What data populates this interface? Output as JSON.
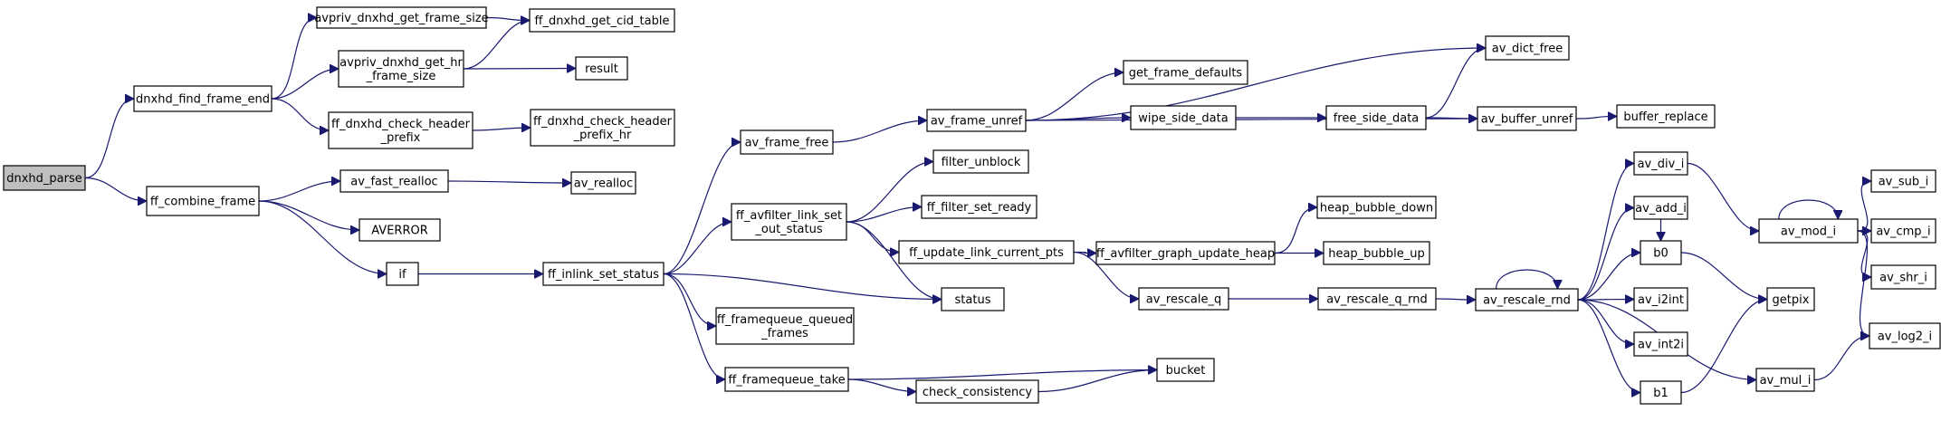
{
  "nodes": [
    {
      "id": "n1",
      "lines": [
        "dnxhd_parse"
      ],
      "root": true
    },
    {
      "id": "n2",
      "lines": [
        "dnxhd_find_frame_end"
      ]
    },
    {
      "id": "n3",
      "lines": [
        "ff_combine_frame"
      ]
    },
    {
      "id": "n4",
      "lines": [
        "avpriv_dnxhd_get_frame_size"
      ]
    },
    {
      "id": "n5",
      "lines": [
        "avpriv_dnxhd_get_hr",
        "_frame_size"
      ]
    },
    {
      "id": "n6",
      "lines": [
        "ff_dnxhd_check_header",
        "_prefix"
      ]
    },
    {
      "id": "n7",
      "lines": [
        "ff_dnxhd_get_cid_table"
      ]
    },
    {
      "id": "n8",
      "lines": [
        "result"
      ]
    },
    {
      "id": "n9",
      "lines": [
        "ff_dnxhd_check_header",
        "_prefix_hr"
      ]
    },
    {
      "id": "n10",
      "lines": [
        "av_fast_realloc"
      ]
    },
    {
      "id": "n11",
      "lines": [
        "AVERROR"
      ]
    },
    {
      "id": "n12",
      "lines": [
        "if"
      ]
    },
    {
      "id": "n13",
      "lines": [
        "av_realloc"
      ]
    },
    {
      "id": "n14",
      "lines": [
        "ff_inlink_set_status"
      ]
    },
    {
      "id": "n15",
      "lines": [
        "av_frame_free"
      ]
    },
    {
      "id": "n16",
      "lines": [
        "ff_avfilter_link_set",
        "_out_status"
      ]
    },
    {
      "id": "n17",
      "lines": [
        "status"
      ]
    },
    {
      "id": "n18",
      "lines": [
        "ff_framequeue_queued",
        "_frames"
      ]
    },
    {
      "id": "n19",
      "lines": [
        "ff_framequeue_take"
      ]
    },
    {
      "id": "n20",
      "lines": [
        "av_frame_unref"
      ]
    },
    {
      "id": "n21",
      "lines": [
        "filter_unblock"
      ]
    },
    {
      "id": "n22",
      "lines": [
        "ff_filter_set_ready"
      ]
    },
    {
      "id": "n23",
      "lines": [
        "ff_update_link_current_pts"
      ]
    },
    {
      "id": "n24",
      "lines": [
        "bucket"
      ]
    },
    {
      "id": "n25",
      "lines": [
        "check_consistency"
      ]
    },
    {
      "id": "n26",
      "lines": [
        "get_frame_defaults"
      ]
    },
    {
      "id": "n27",
      "lines": [
        "wipe_side_data"
      ]
    },
    {
      "id": "n28",
      "lines": [
        "ff_avfilter_graph_update_heap"
      ]
    },
    {
      "id": "n29",
      "lines": [
        "av_rescale_q"
      ]
    },
    {
      "id": "n30",
      "lines": [
        "av_dict_free"
      ]
    },
    {
      "id": "n31",
      "lines": [
        "free_side_data"
      ]
    },
    {
      "id": "n32",
      "lines": [
        "av_buffer_unref"
      ]
    },
    {
      "id": "n33",
      "lines": [
        "heap_bubble_down"
      ]
    },
    {
      "id": "n34",
      "lines": [
        "heap_bubble_up"
      ]
    },
    {
      "id": "n35",
      "lines": [
        "av_rescale_q_rnd"
      ]
    },
    {
      "id": "n36",
      "lines": [
        "buffer_replace"
      ]
    },
    {
      "id": "n37",
      "lines": [
        "av_rescale_rnd"
      ]
    },
    {
      "id": "n38",
      "lines": [
        "av_div_i"
      ]
    },
    {
      "id": "n39",
      "lines": [
        "av_add_i"
      ]
    },
    {
      "id": "n40",
      "lines": [
        "b0"
      ]
    },
    {
      "id": "n41",
      "lines": [
        "av_i2int"
      ]
    },
    {
      "id": "n42",
      "lines": [
        "av_int2i"
      ]
    },
    {
      "id": "n43",
      "lines": [
        "b1"
      ]
    },
    {
      "id": "n44",
      "lines": [
        "av_mul_i"
      ]
    },
    {
      "id": "n45",
      "lines": [
        "av_mod_i"
      ]
    },
    {
      "id": "n46",
      "lines": [
        "getpix"
      ]
    },
    {
      "id": "n47",
      "lines": [
        "av_log2_i"
      ]
    },
    {
      "id": "n48",
      "lines": [
        "av_sub_i"
      ]
    },
    {
      "id": "n49",
      "lines": [
        "av_cmp_i"
      ]
    },
    {
      "id": "n50",
      "lines": [
        "av_shr_i"
      ]
    }
  ],
  "edges": [
    [
      "n1",
      "n2"
    ],
    [
      "n1",
      "n3"
    ],
    [
      "n2",
      "n4"
    ],
    [
      "n2",
      "n5"
    ],
    [
      "n2",
      "n6"
    ],
    [
      "n4",
      "n7"
    ],
    [
      "n5",
      "n7"
    ],
    [
      "n5",
      "n8"
    ],
    [
      "n6",
      "n9"
    ],
    [
      "n3",
      "n10"
    ],
    [
      "n3",
      "n11"
    ],
    [
      "n3",
      "n12"
    ],
    [
      "n10",
      "n13"
    ],
    [
      "n12",
      "n14"
    ],
    [
      "n14",
      "n15"
    ],
    [
      "n14",
      "n16"
    ],
    [
      "n14",
      "n17"
    ],
    [
      "n14",
      "n18"
    ],
    [
      "n14",
      "n19"
    ],
    [
      "n15",
      "n20"
    ],
    [
      "n16",
      "n21"
    ],
    [
      "n16",
      "n22"
    ],
    [
      "n16",
      "n23"
    ],
    [
      "n16",
      "n17"
    ],
    [
      "n19",
      "n24"
    ],
    [
      "n19",
      "n25"
    ],
    [
      "n25",
      "n24"
    ],
    [
      "n20",
      "n30"
    ],
    [
      "n20",
      "n26"
    ],
    [
      "n20",
      "n27"
    ],
    [
      "n20",
      "n32"
    ],
    [
      "n27",
      "n31"
    ],
    [
      "n31",
      "n30"
    ],
    [
      "n31",
      "n32"
    ],
    [
      "n32",
      "n36"
    ],
    [
      "n23",
      "n28"
    ],
    [
      "n23",
      "n29"
    ],
    [
      "n28",
      "n33"
    ],
    [
      "n28",
      "n34"
    ],
    [
      "n29",
      "n35"
    ],
    [
      "n35",
      "n37"
    ],
    [
      "n37",
      "n37"
    ],
    [
      "n37",
      "n38"
    ],
    [
      "n37",
      "n39"
    ],
    [
      "n37",
      "n40"
    ],
    [
      "n37",
      "n41"
    ],
    [
      "n37",
      "n42"
    ],
    [
      "n37",
      "n43"
    ],
    [
      "n37",
      "n44"
    ],
    [
      "n38",
      "n45"
    ],
    [
      "n39",
      "n40"
    ],
    [
      "n45",
      "n45"
    ],
    [
      "n45",
      "n48"
    ],
    [
      "n45",
      "n49"
    ],
    [
      "n45",
      "n50"
    ],
    [
      "n45",
      "n47"
    ],
    [
      "n40",
      "n46"
    ],
    [
      "n43",
      "n46"
    ],
    [
      "n44",
      "n47"
    ]
  ]
}
